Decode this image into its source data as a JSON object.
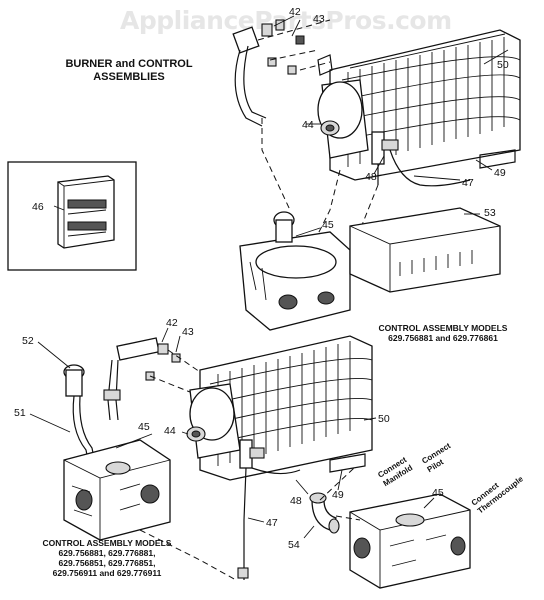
{
  "watermark": "AppliancePartsPros.com",
  "title_lines": [
    "BURNER and CONTROL",
    "ASSEMBLIES"
  ],
  "caption_right": {
    "line1": "CONTROL ASSEMBLY MODELS",
    "line2": "629.756881 and 629.776861"
  },
  "caption_left": {
    "lines": [
      "CONTROL ASSEMBLY MODELS",
      "629.756881, 629.776881,",
      "629.756851, 629.776851,",
      "629.756911 and 629.776911"
    ]
  },
  "connections": {
    "manifold": [
      "Connect",
      "Manifold"
    ],
    "pilot": [
      "Connect",
      "Pilot"
    ],
    "thermocouple": [
      "Connect",
      "Thermocouple"
    ]
  },
  "part_numbers": {
    "p42_top": "42",
    "p43_top": "43",
    "p50_top": "50",
    "p44_top": "44",
    "p48_top": "48",
    "p47_top": "47",
    "p49_top": "49",
    "p46": "46",
    "p45_top": "45",
    "p53": "53",
    "p52": "52",
    "p51": "51",
    "p42_bot": "42",
    "p43_bot": "43",
    "p45_bot": "45",
    "p44_bot": "44",
    "p50_bot": "50",
    "p48_bot": "48",
    "p49_bot": "49",
    "p47_bot": "47",
    "p54": "54",
    "p45_right": "45"
  }
}
